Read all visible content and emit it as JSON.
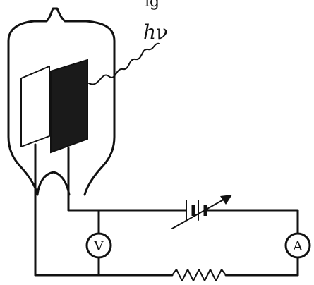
{
  "top_text_fragment": "ig",
  "photon_label_h": "h",
  "photon_label_nu": "ν",
  "voltmeter_label": "V",
  "ammeter_label": "A"
}
